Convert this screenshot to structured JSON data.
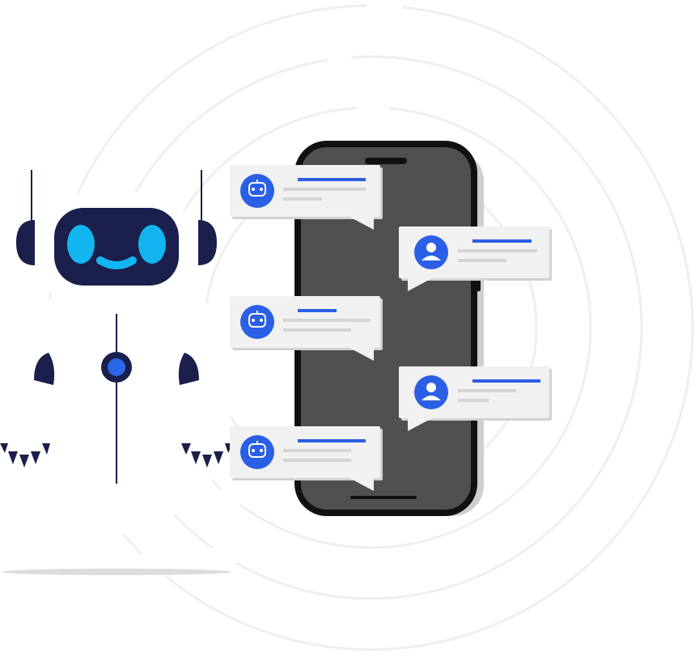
{
  "colors": {
    "background": "#ffffff",
    "ring": "#efefef",
    "robot_navy": "#1b1f4b",
    "robot_white": "#ffffff",
    "robot_eye": "#12b5f0",
    "robot_core": "#2a66e8",
    "phone_body": "#505050",
    "phone_frame": "#111111",
    "bubble_bg": "#f1f1f1",
    "bubble_shadow": "#d2d2d2",
    "accent_blue": "#2a5fe6",
    "placeholder_line": "#d5d5d5",
    "ground_shadow": "#dcdcdc"
  },
  "illustration": {
    "subject": "chatbot-conversation",
    "icons": [
      "robot-avatar-icon",
      "user-avatar-icon"
    ],
    "messages": [
      {
        "sender": "bot",
        "side": "left"
      },
      {
        "sender": "user",
        "side": "right"
      },
      {
        "sender": "bot",
        "side": "left"
      },
      {
        "sender": "user",
        "side": "right"
      },
      {
        "sender": "bot",
        "side": "left"
      }
    ]
  }
}
